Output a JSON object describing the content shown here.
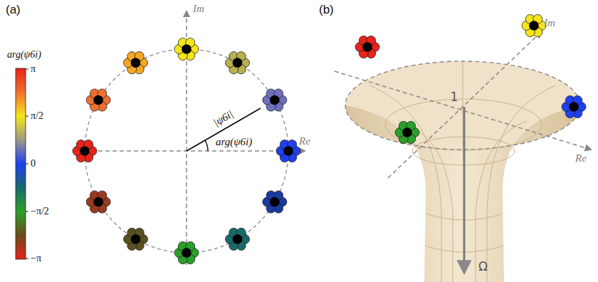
{
  "diagram": {
    "labels": [
      "(a)",
      "arg(ψ6i)",
      "π",
      "π/2",
      "0",
      "−π/2",
      "−π",
      "Im",
      "Re",
      "|ψ6i|",
      "arg(ψ6i)",
      "(b)",
      "Im",
      "Re",
      "1",
      "Ω"
    ]
  }
}
